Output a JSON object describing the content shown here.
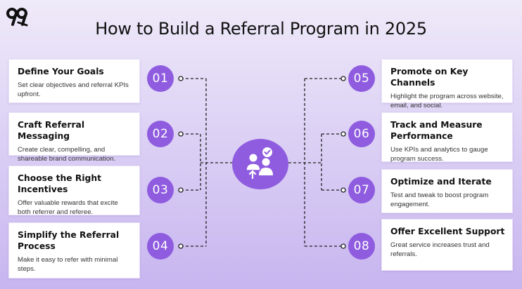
{
  "title": "How to Build a Referral Program in 2025",
  "colors": {
    "accent": "#8f5ce0",
    "text": "#111111",
    "card": "#ffffff"
  },
  "icons": {
    "logo": "brand-logo-99",
    "hub": "referral-people-check-icon"
  },
  "steps": [
    {
      "num": "01",
      "title": "Define Your Goals",
      "desc": "Set clear objectives and referral KPIs upfront."
    },
    {
      "num": "02",
      "title": "Craft Referral Messaging",
      "desc": "Create clear, compelling, and shareable brand communication."
    },
    {
      "num": "03",
      "title": "Choose the Right Incentives",
      "desc": "Offer valuable rewards that excite both referrer and referee."
    },
    {
      "num": "04",
      "title": "Simplify the Referral Process",
      "desc": "Make it easy to refer with minimal steps."
    },
    {
      "num": "05",
      "title": "Promote on Key Channels",
      "desc": "Highlight the program across website, email, and social."
    },
    {
      "num": "06",
      "title": "Track and Measure Performance",
      "desc": "Use KPIs and analytics to gauge program success."
    },
    {
      "num": "07",
      "title": "Optimize and Iterate",
      "desc": "Test and tweak to boost program engagement."
    },
    {
      "num": "08",
      "title": "Offer Excellent Support",
      "desc": "Great service increases trust and referrals."
    }
  ]
}
